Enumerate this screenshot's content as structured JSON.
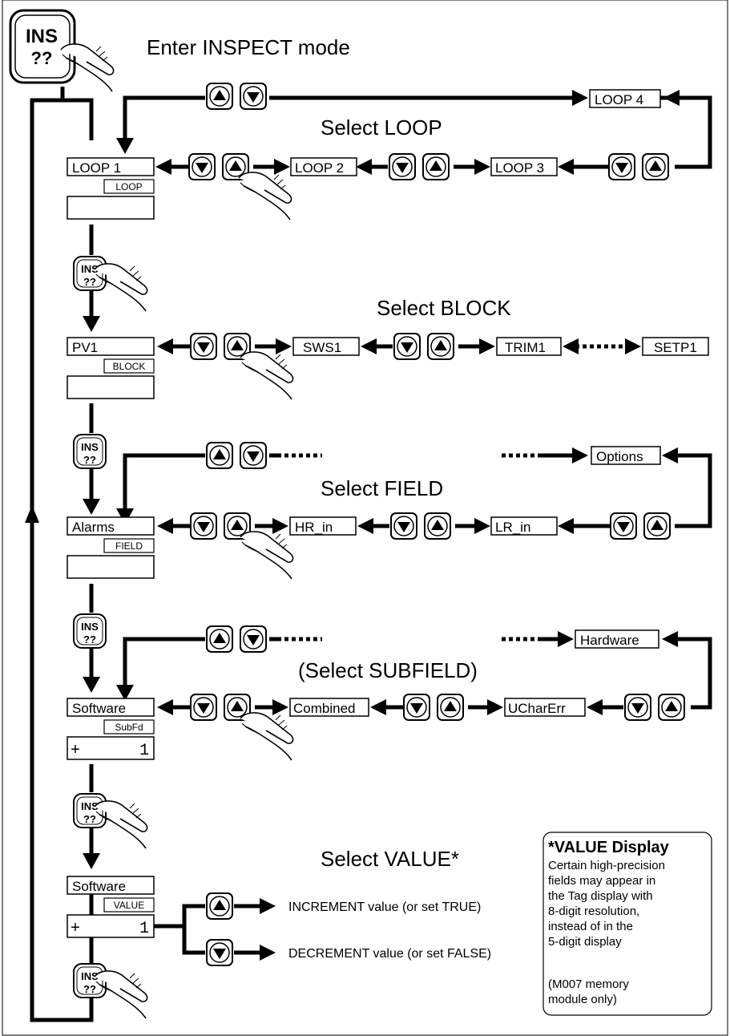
{
  "header": {
    "title": "Enter INSPECT mode"
  },
  "ins_key": {
    "label_top": "INS",
    "label_bottom": "??"
  },
  "sections": {
    "loop": {
      "title": "Select LOOP",
      "current": "LOOP 1",
      "tag": "LOOP",
      "items": [
        "LOOP 2",
        "LOOP 3",
        "LOOP 4"
      ]
    },
    "block": {
      "title": "Select BLOCK",
      "current": "PV1",
      "tag": "BLOCK",
      "items": [
        "SWS1",
        "TRIM1",
        "SETP1"
      ]
    },
    "field": {
      "title": "Select FIELD",
      "current": "Alarms",
      "tag": "FIELD",
      "items": [
        "HR_in",
        "LR_in",
        "Options"
      ]
    },
    "subfield": {
      "title": "(Select SUBFIELD)",
      "current": "Software",
      "tag": "SubFd",
      "lower_sign": "+",
      "lower_value": "1",
      "items": [
        "Combined",
        "UCharErr",
        "Hardware"
      ]
    },
    "value": {
      "title": "Select VALUE*",
      "current": "Software",
      "tag": "VALUE",
      "lower_sign": "+",
      "lower_value": "1",
      "increment": "INCREMENT value (or set TRUE)",
      "decrement": "DECREMENT value (or set FALSE)"
    }
  },
  "note": {
    "title": "*VALUE Display",
    "lines": [
      "Certain high-precision",
      "fields may appear in",
      "the Tag display with",
      "8-digit resolution,",
      "instead of in the",
      "5-digit display",
      "",
      "(M007 memory",
      "module only)"
    ]
  }
}
